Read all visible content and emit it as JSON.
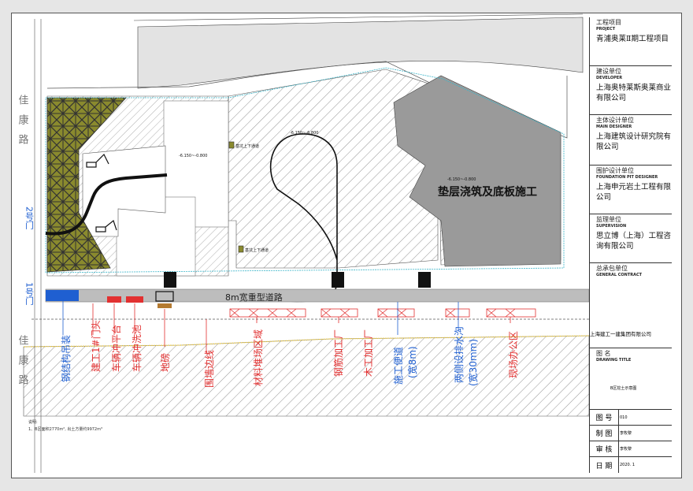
{
  "roads": {
    "top_left": "佳 康 路",
    "bottom_left": "佳 康 路"
  },
  "gates": {
    "gate2": "2号门",
    "gate1": "1号门"
  },
  "site": {
    "main_label": "垫层浇筑及底板施工",
    "elev1": "-6.150~-0.800",
    "elev2": "-6.150~-0.800",
    "elev3": "-6.150~-6.800",
    "stair1": "基坑上下通道",
    "stair2": "基坑上下通道",
    "road_label": "8m宽重型道路"
  },
  "callouts": [
    {
      "text": "钢结构吊装",
      "color": "#1f5fd1"
    },
    {
      "text": "建工1#门头",
      "color": "#e23030"
    },
    {
      "text": "车辆冲平台",
      "color": "#e23030"
    },
    {
      "text": "车辆冲洗池",
      "color": "#e23030"
    },
    {
      "text": "地磅",
      "color": "#e23030"
    },
    {
      "text": "围墙边线",
      "color": "#e23030"
    },
    {
      "text": "材料堆场区域",
      "color": "#e23030"
    },
    {
      "text": "钢筋加工厂",
      "color": "#e23030"
    },
    {
      "text": "木工加工厂",
      "color": "#e23030"
    },
    {
      "text": "施工便道",
      "color": "#1f5fd1"
    },
    {
      "text": "(宽8m)",
      "color": "#1f5fd1"
    },
    {
      "text": "两侧设排水沟",
      "color": "#1f5fd1"
    },
    {
      "text": "(宽30mm)",
      "color": "#1f5fd1"
    },
    {
      "text": "现场办公区",
      "color": "#e23030"
    }
  ],
  "notes": {
    "title": "说明:",
    "line1": "1、B区面积2770m², 出土方量约9972m³"
  },
  "title_block": {
    "project_zh": "工程项目",
    "project_en": "PROJECT",
    "project_value": "青浦奥莱Ⅱ期工程项目",
    "developer_zh": "建设单位",
    "developer_en": "DEVELOPER",
    "developer_value": "上海奥特莱斯奥莱商业有限公司",
    "designer_zh": "主体设计单位",
    "designer_en": "MAIN DESIGNER",
    "designer_value": "上海建筑设计研究院有限公司",
    "pit_zh": "围护设计单位",
    "pit_en": "FOUNDATION PIT DESIGNER",
    "pit_value": "上海申元岩土工程有限公司",
    "supervision_zh": "监理单位",
    "supervision_en": "SUPERVISION",
    "supervision_value": "思立博（上海）工程咨询有限公司",
    "contract_zh": "总承包单位",
    "contract_en": "GENERAL CONTRACT",
    "contract_value": "上海建工一建集团有限公司",
    "drawing_zh": "图 名",
    "drawing_en": "DRAWING TITLE",
    "drawing_value": "B区挖土示意图",
    "no_label": "图 号",
    "no_value": "010",
    "drawn_label": "制 图",
    "drawn_value": "李牧黎",
    "check_label": "审 核",
    "check_value": "李牧黎",
    "date_label": "日 期",
    "date_value": "2020. 1"
  },
  "colors": {
    "yellow_zone": "#8a8a2e",
    "dark_zone": "#9a9a9a",
    "blue_gate": "#1f5fd1",
    "red_mark": "#e23030",
    "border_cyan": "#3bb5c9"
  }
}
